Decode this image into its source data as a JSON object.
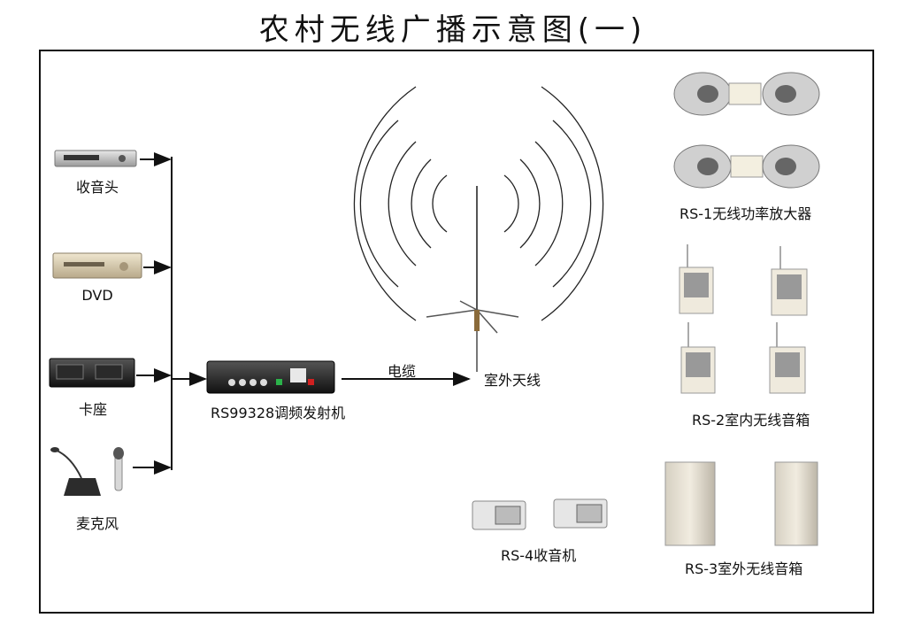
{
  "title": "农村无线广播示意图(一)",
  "sources": {
    "tuner": "收音头",
    "dvd": "DVD",
    "cassette": "卡座",
    "microphone": "麦克风"
  },
  "transmitter": "RS99328调频发射机",
  "cable": "电缆",
  "antenna": "室外天线",
  "amplifier": "RS-1无线功率放大器",
  "indoor_speaker": "RS-2室内无线音箱",
  "outdoor_speaker": "RS-3室外无线音箱",
  "radio": "RS-4收音机"
}
